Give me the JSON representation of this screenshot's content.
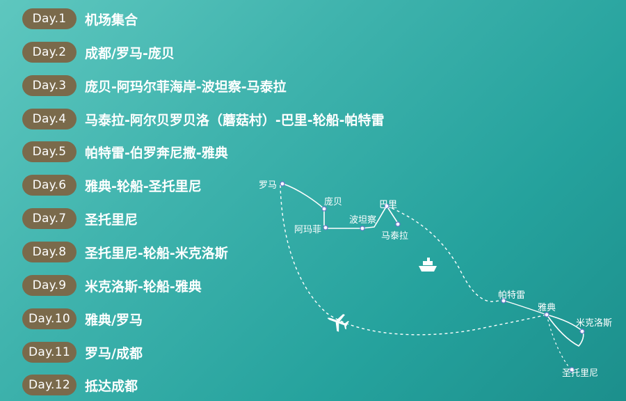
{
  "itinerary": [
    {
      "day": "Day.1",
      "route": "机场集合"
    },
    {
      "day": "Day.2",
      "route": "成都/罗马-庞贝"
    },
    {
      "day": "Day.3",
      "route": "庞贝-阿玛尔菲海岸-波坦察-马泰拉"
    },
    {
      "day": "Day.4",
      "route": "马泰拉-阿尔贝罗贝洛（蘑菇村）-巴里-轮船-帕特雷"
    },
    {
      "day": "Day.5",
      "route": "帕特雷-伯罗奔尼撒-雅典"
    },
    {
      "day": "Day.6",
      "route": "雅典-轮船-圣托里尼"
    },
    {
      "day": "Day.7",
      "route": "圣托里尼"
    },
    {
      "day": "Day.8",
      "route": "圣托里尼-轮船-米克洛斯"
    },
    {
      "day": "Day.9",
      "route": "米克洛斯-轮船-雅典"
    },
    {
      "day": "Day.10",
      "route": "雅典/罗马"
    },
    {
      "day": "Day.11",
      "route": "罗马/成都"
    },
    {
      "day": "Day.12",
      "route": "抵达成都"
    }
  ],
  "map": {
    "cities": {
      "rome": "罗马",
      "pompeii": "庞贝",
      "amalfi": "阿玛菲",
      "potenza": "波坦察",
      "bari": "巴里",
      "matera": "马泰拉",
      "patras": "帕特雷",
      "athens": "雅典",
      "mykonos": "米克洛斯",
      "santorini": "圣托里尼"
    }
  },
  "colors": {
    "pill": "#7a6a4b",
    "text": "#ffffff",
    "bg_start": "#5ec7bf",
    "bg_end": "#1c8f8c"
  }
}
